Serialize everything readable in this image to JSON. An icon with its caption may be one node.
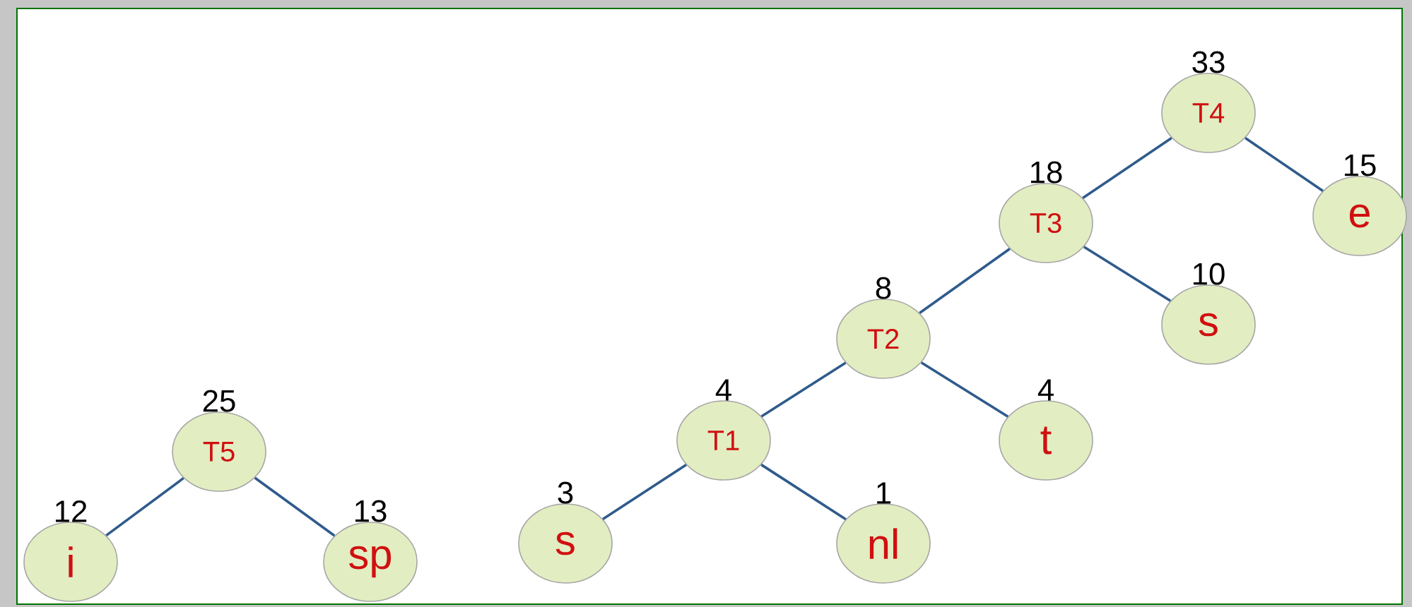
{
  "diagram": {
    "nodes": [
      {
        "text": [
          "T4"
        ],
        "beside": [
          "33"
        ]
      },
      {
        "text": [
          "T3"
        ],
        "beside": [
          "18"
        ]
      },
      {
        "text": [
          "e"
        ],
        "beside": [
          "15"
        ]
      },
      {
        "text": [
          "T2"
        ],
        "beside": [
          "8"
        ]
      },
      {
        "text": [
          "s"
        ],
        "beside": [
          "10"
        ]
      },
      {
        "text": [
          "T1"
        ],
        "beside": [
          "4"
        ]
      },
      {
        "text": [
          "t"
        ],
        "beside": [
          "4"
        ]
      },
      {
        "text": [
          "T5"
        ],
        "beside": [
          "25"
        ]
      },
      {
        "text": [
          "s"
        ],
        "beside": [
          "3"
        ]
      },
      {
        "text": [
          "nl"
        ],
        "beside": [
          "1"
        ]
      },
      {
        "text": [
          "i"
        ],
        "beside": [
          "12"
        ]
      },
      {
        "text": [
          "sp"
        ],
        "beside": [
          "13"
        ]
      }
    ],
    "edges": [
      {
        "from": 0,
        "to": 1,
        "arrow": "none"
      },
      {
        "from": 0,
        "to": 2,
        "arrow": "none"
      },
      {
        "from": 1,
        "to": 3,
        "arrow": "none"
      },
      {
        "from": 1,
        "to": 4,
        "arrow": "none"
      },
      {
        "from": 3,
        "to": 5,
        "arrow": "none"
      },
      {
        "from": 3,
        "to": 6,
        "arrow": "none"
      },
      {
        "from": 5,
        "to": 8,
        "arrow": "none"
      },
      {
        "from": 5,
        "to": 9,
        "arrow": "none"
      },
      {
        "from": 7,
        "to": 10,
        "arrow": "none"
      },
      {
        "from": 7,
        "to": 11,
        "arrow": "none"
      }
    ]
  }
}
